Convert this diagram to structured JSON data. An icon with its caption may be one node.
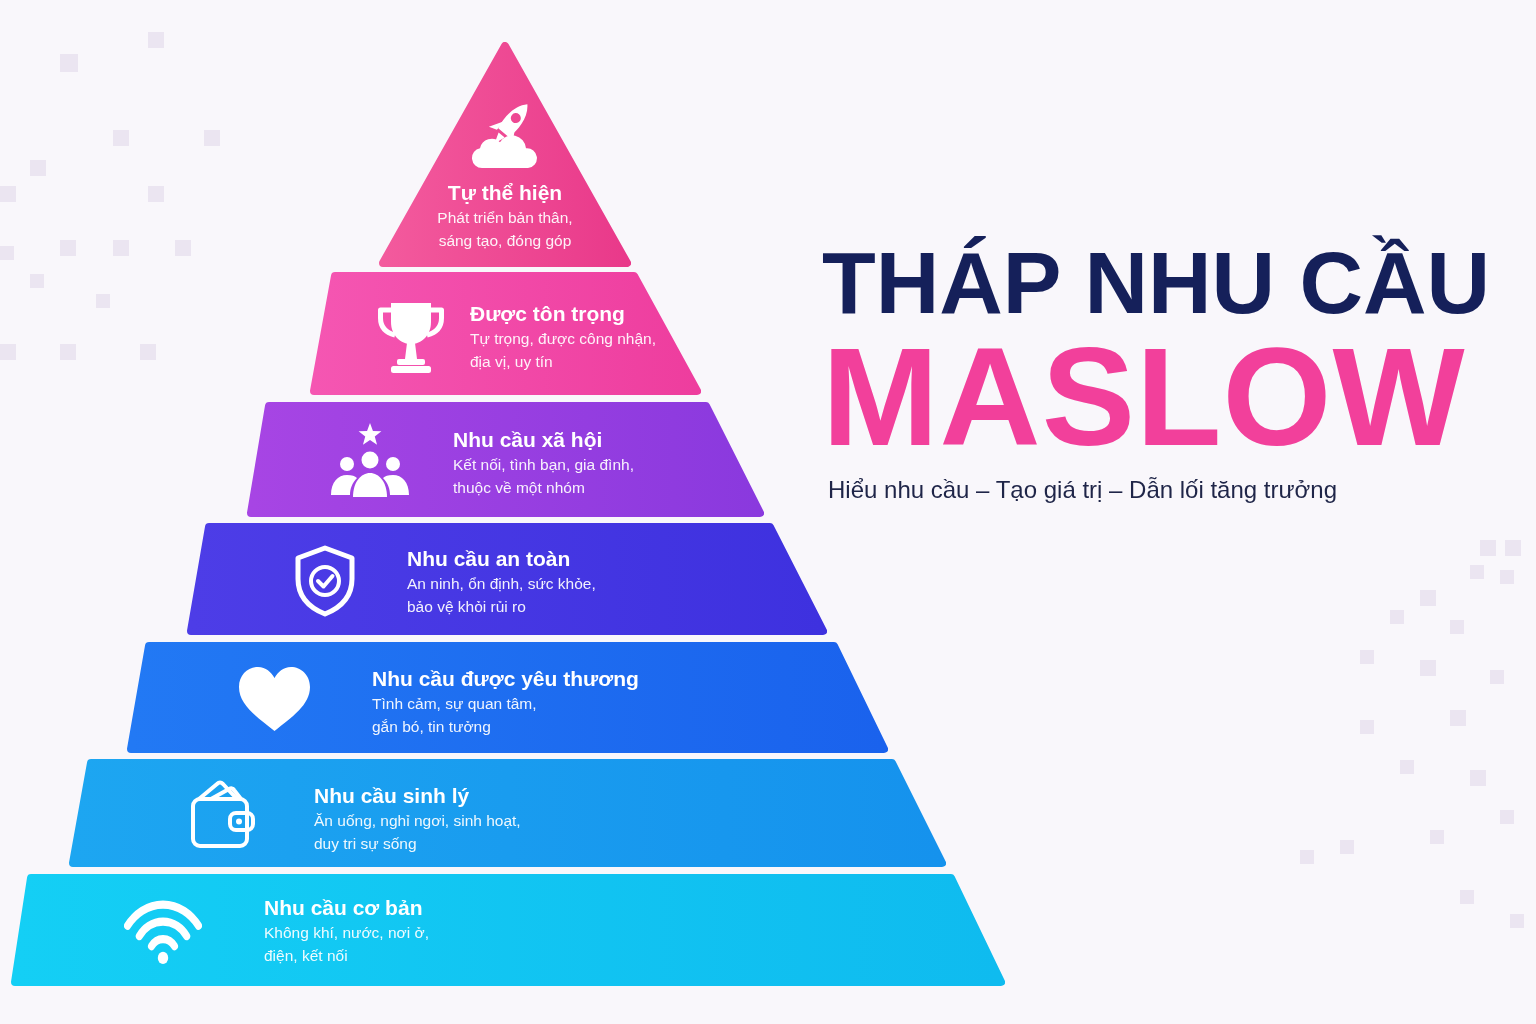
{
  "diagram": {
    "title": "THÁP NHU CẦU MASLOW",
    "nodes": [
      {
        "text": [
          "Tự thể hiện",
          "Phát triển bản thân, sáng tạo, đóng góp"
        ]
      },
      {
        "text": [
          "Được tôn trọng",
          "Tự trọng, được công nhận, địa vị, uy tín"
        ]
      },
      {
        "text": [
          "Nhu cầu xã hội",
          "Kết nối, tình bạn, gia đình, thuộc về một nhóm"
        ]
      },
      {
        "text": [
          "Nhu cầu an toàn",
          "An ninh, ổn định, sức khỏe, bảo vệ khỏi rủi ro"
        ]
      },
      {
        "text": [
          "Nhu cầu được yêu thương",
          "Tình cảm, sự quan tâm, gắn bó, tin tưởng"
        ]
      },
      {
        "text": [
          "Nhu cầu sinh lý",
          "Ăn uống, nghỉ ngơi, sinh hoạt, duy tri sự sống"
        ]
      },
      {
        "text": [
          "Nhu cầu cơ bản",
          "Không khí, nước, nơi ở, điện, kết nối"
        ]
      }
    ],
    "labels": [
      "Hiểu nhu cầu – Tạo giá trị – Dẫn lối tăng trưởng"
    ]
  }
}
